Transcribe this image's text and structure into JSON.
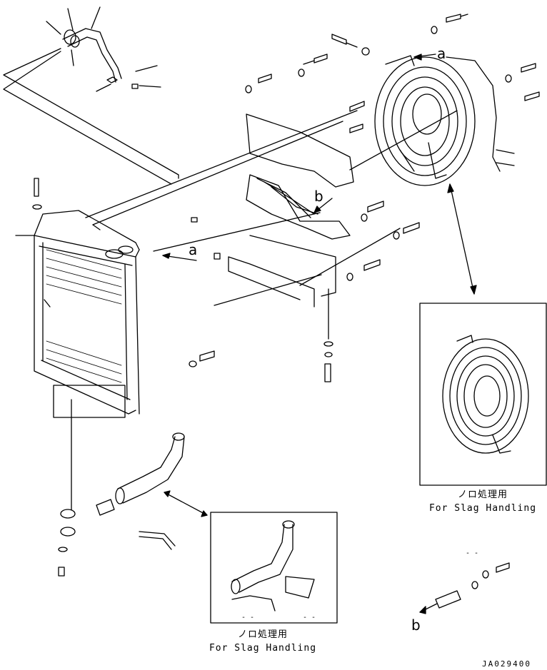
{
  "diagram": {
    "ref_a": "a",
    "ref_b": "b",
    "inset_fan_guard": {
      "caption_jp": "ノロ処理用",
      "caption_en": "For Slag Handling"
    },
    "inset_hose": {
      "caption_jp": "ノロ処理用",
      "caption_en": "For Slag Handling",
      "dash_labels": [
        "- -",
        "- -"
      ]
    },
    "detail_b_dash": "- -",
    "drawing_code": "JA029400"
  }
}
